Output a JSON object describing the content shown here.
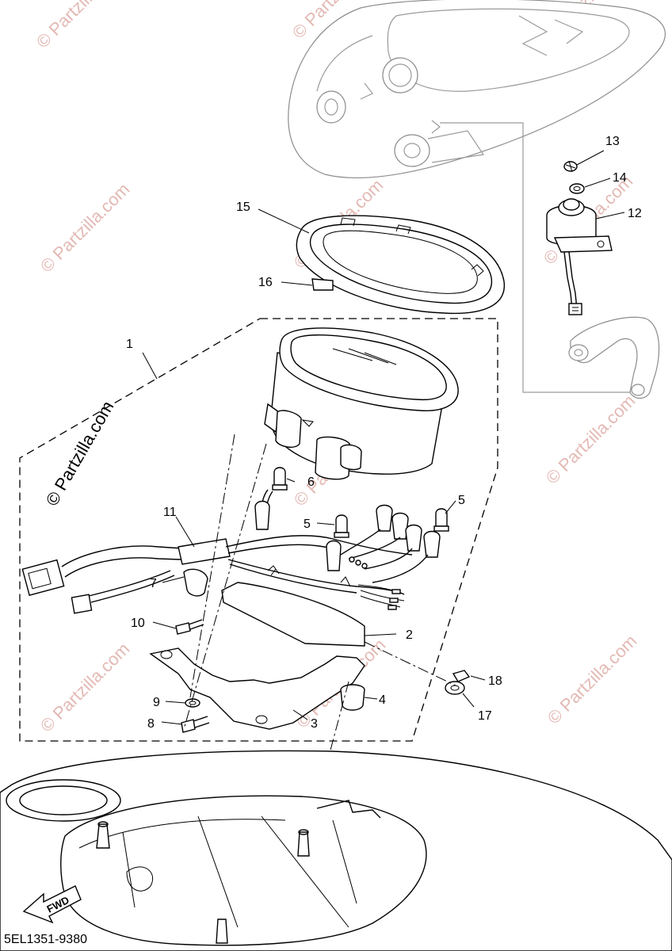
{
  "diagram": {
    "diagram_code": "5EL1351-9380",
    "fwd_label": "FWD",
    "watermark_text": "© Partzilla.com",
    "parts": [
      {
        "number": "1"
      },
      {
        "number": "2"
      },
      {
        "number": "3"
      },
      {
        "number": "4"
      },
      {
        "number": "5"
      },
      {
        "number": "5"
      },
      {
        "number": "6"
      },
      {
        "number": "7"
      },
      {
        "number": "8"
      },
      {
        "number": "9"
      },
      {
        "number": "10"
      },
      {
        "number": "11"
      },
      {
        "number": "12"
      },
      {
        "number": "13"
      },
      {
        "number": "14"
      },
      {
        "number": "15"
      },
      {
        "number": "16"
      },
      {
        "number": "17"
      },
      {
        "number": "18"
      }
    ]
  }
}
